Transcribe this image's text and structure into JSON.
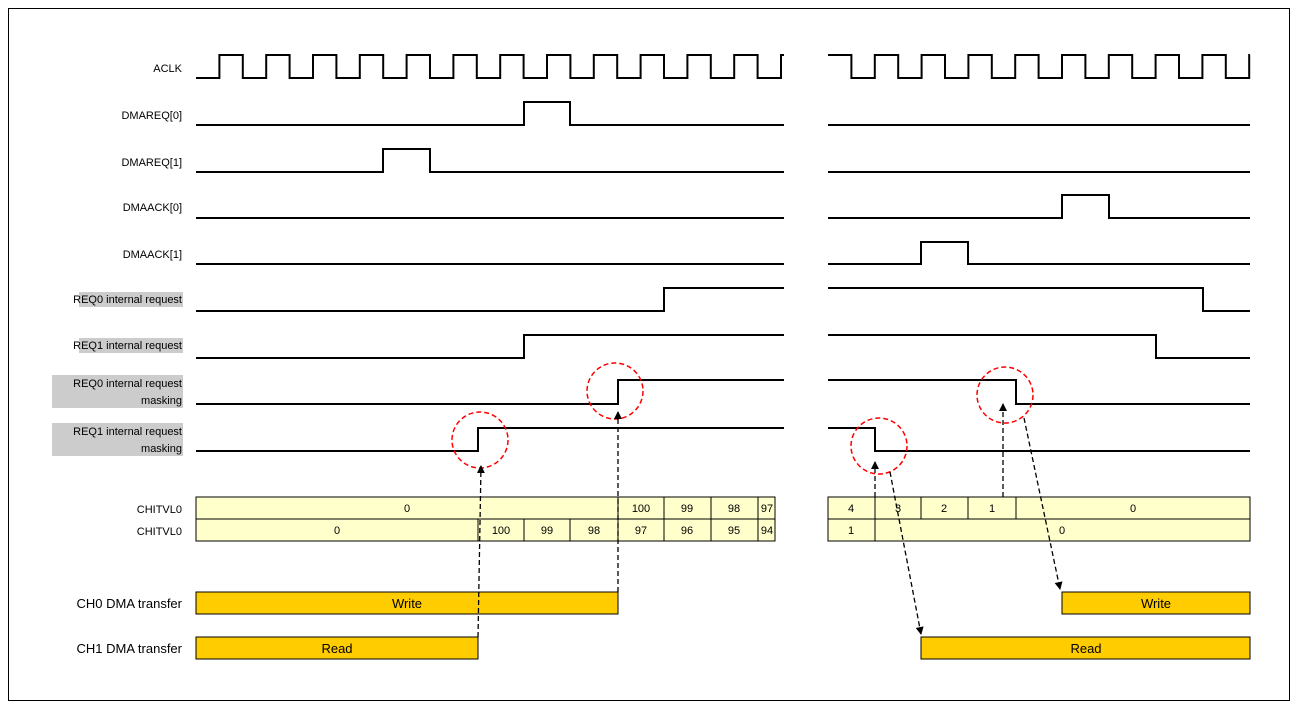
{
  "signals": {
    "aclk": "ACLK",
    "dmareq0": "DMAREQ[0]",
    "dmareq1": "DMAREQ[1]",
    "dmaack0": "DMAACK[0]",
    "dmaack1": "DMAACK[1]",
    "req0_internal_request": "REQ0 internal request",
    "req1_internal_request": "REQ1 internal request",
    "req0_masking_line1": "REQ0 internal request",
    "req0_masking_line2": "masking",
    "req1_masking_line1": "REQ1 internal request",
    "req1_masking_line2": "masking"
  },
  "counters": {
    "row1_label": "CHITVL0",
    "row2_label": "CHITVL0",
    "left_row1": [
      "0",
      "100",
      "99",
      "98",
      "97"
    ],
    "left_row2": [
      "0",
      "100",
      "99",
      "98",
      "97",
      "96",
      "95",
      "94"
    ],
    "right_row1": [
      "4",
      "3",
      "2",
      "1",
      "0"
    ],
    "right_row2": [
      "1",
      "0"
    ]
  },
  "transfers": {
    "ch0_label": "CH0 DMA transfer",
    "ch1_label": "CH1 DMA transfer",
    "ch0_left_bar": "Write",
    "ch0_right_bar": "Write",
    "ch1_left_bar": "Read",
    "ch1_right_bar": "Read"
  },
  "colors": {
    "label_highlight": "#cccccc",
    "counter_fill": "#ffffcc",
    "transfer_fill": "#ffcc00",
    "marker_circle": "#ff0000"
  }
}
